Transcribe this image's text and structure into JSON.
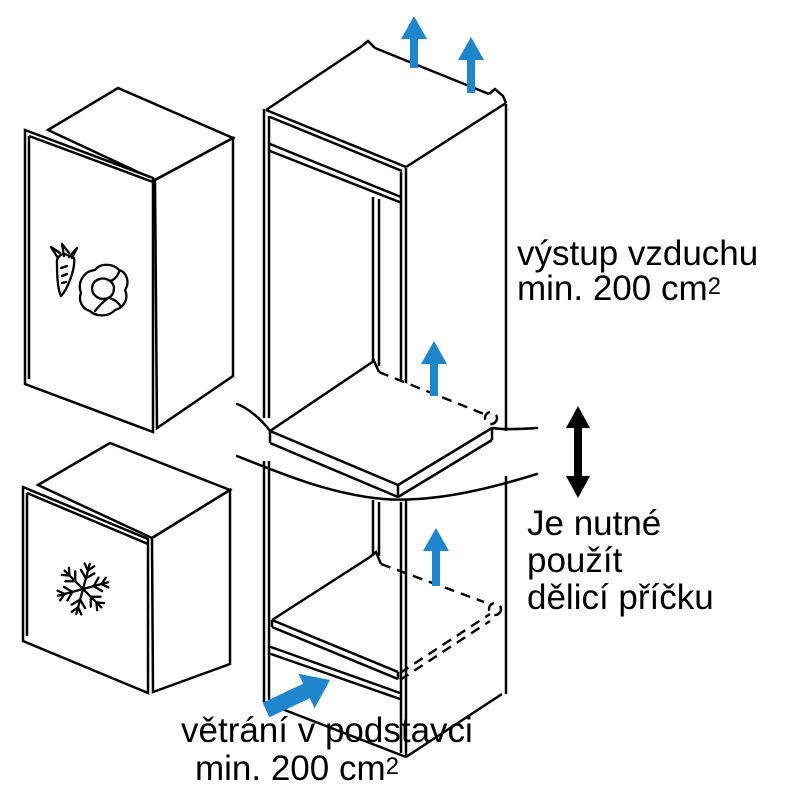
{
  "diagram": {
    "labels": {
      "air_outlet": {
        "line1": "výstup vzduchu",
        "line2": "min. 200 cm",
        "line2_sup": "2"
      },
      "partition": {
        "line1": "Je nutné",
        "line2": "použít",
        "line3": "dělicí příčku"
      },
      "base_vent": {
        "line1": "větrání v podstavci",
        "line2": "min. 200 cm",
        "line2_sup": "2"
      }
    },
    "colors": {
      "arrow_blue": "#1f86cc",
      "line_black": "#000000",
      "background": "#ffffff"
    },
    "icons": {
      "fridge_door": [
        "carrot-icon",
        "cabbage-icon"
      ],
      "freezer_door": [
        "snowflake-icon"
      ],
      "airflow": "up-arrow-icon",
      "height_adjust": "double-headed-arrow-icon",
      "base_airflow": "block-arrow-icon"
    }
  }
}
